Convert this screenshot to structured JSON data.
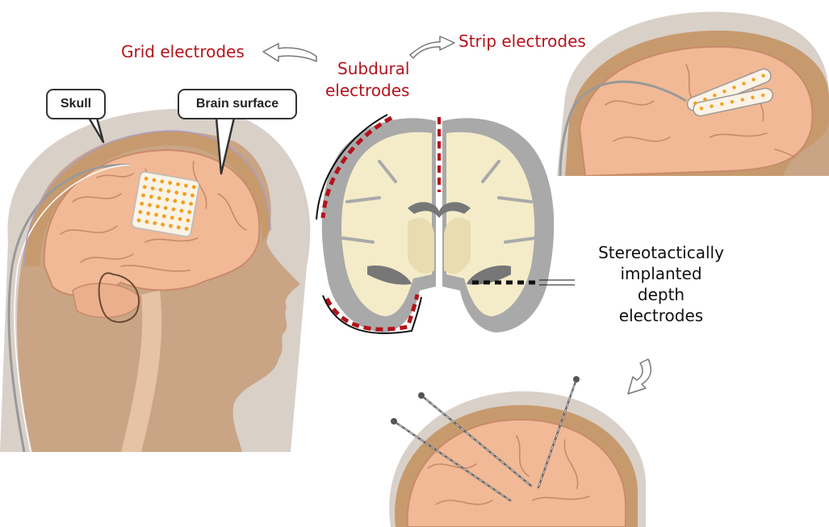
{
  "labels": {
    "grid": "Grid electrodes",
    "strip": "Strip electrodes",
    "subdural_line1": "Subdural",
    "subdural_line2": "electrodes",
    "skull": "Skull",
    "brain_surface": "Brain surface",
    "depth_line1": "Stereotactically",
    "depth_line2": "implanted",
    "depth_line3": "depth",
    "depth_line4": "electrodes"
  },
  "colors": {
    "label_red": "#b5121b",
    "skull_halo": "#d9d0c8",
    "scalp": "#c79a6e",
    "skin": "#c9a585",
    "brain": "#f1b995",
    "brain_fold": "#c98a6a",
    "electrode_pad": "#fbf3e6",
    "electrode_dot": "#f0a020",
    "gray_matter": "#a9a9a9",
    "white_matter": "#f4ecc9"
  }
}
